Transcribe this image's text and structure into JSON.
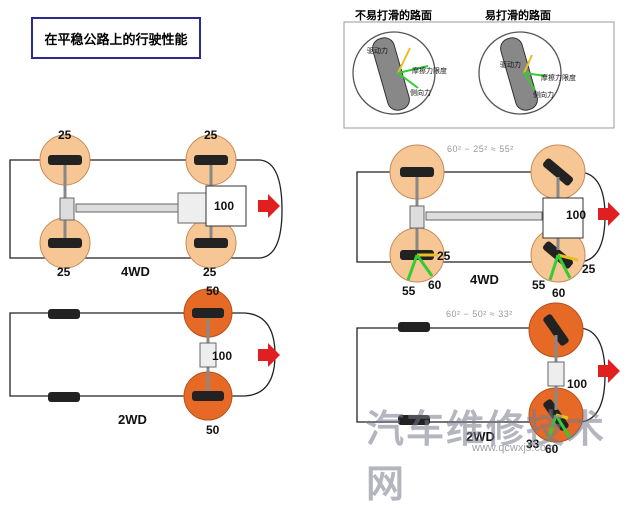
{
  "title": "在平稳公路上的行驶性能",
  "header_left": "不易打滑的路面",
  "header_right": "易打滑的路面",
  "inset_labels": {
    "drive_force": "驱动力",
    "friction_limit": "摩擦力限度",
    "lateral_force": "侧向力"
  },
  "left_top": {
    "tire_front_top": "25",
    "tire_rear_top": "25",
    "tire_front_bottom": "25",
    "tire_rear_bottom": "25",
    "engine": "100",
    "mode": "4WD"
  },
  "left_bottom": {
    "tire_top": "50",
    "tire_bottom": "50",
    "engine": "100",
    "mode": "2WD"
  },
  "right_top": {
    "formula": "60² − 25² ≈ 55²",
    "engine": "100",
    "value_25a": "25",
    "value_25b": "25",
    "value_55a": "55",
    "value_60a": "60",
    "value_55b": "55",
    "value_60b": "60",
    "mode": "4WD"
  },
  "right_bottom": {
    "formula": "60² − 50² ≈ 33²",
    "engine": "100",
    "value_33": "33",
    "value_60": "60",
    "mode": "2WD"
  },
  "watermark": {
    "text": "汽车维修技术网",
    "url": "www.qcwxjs.com"
  }
}
